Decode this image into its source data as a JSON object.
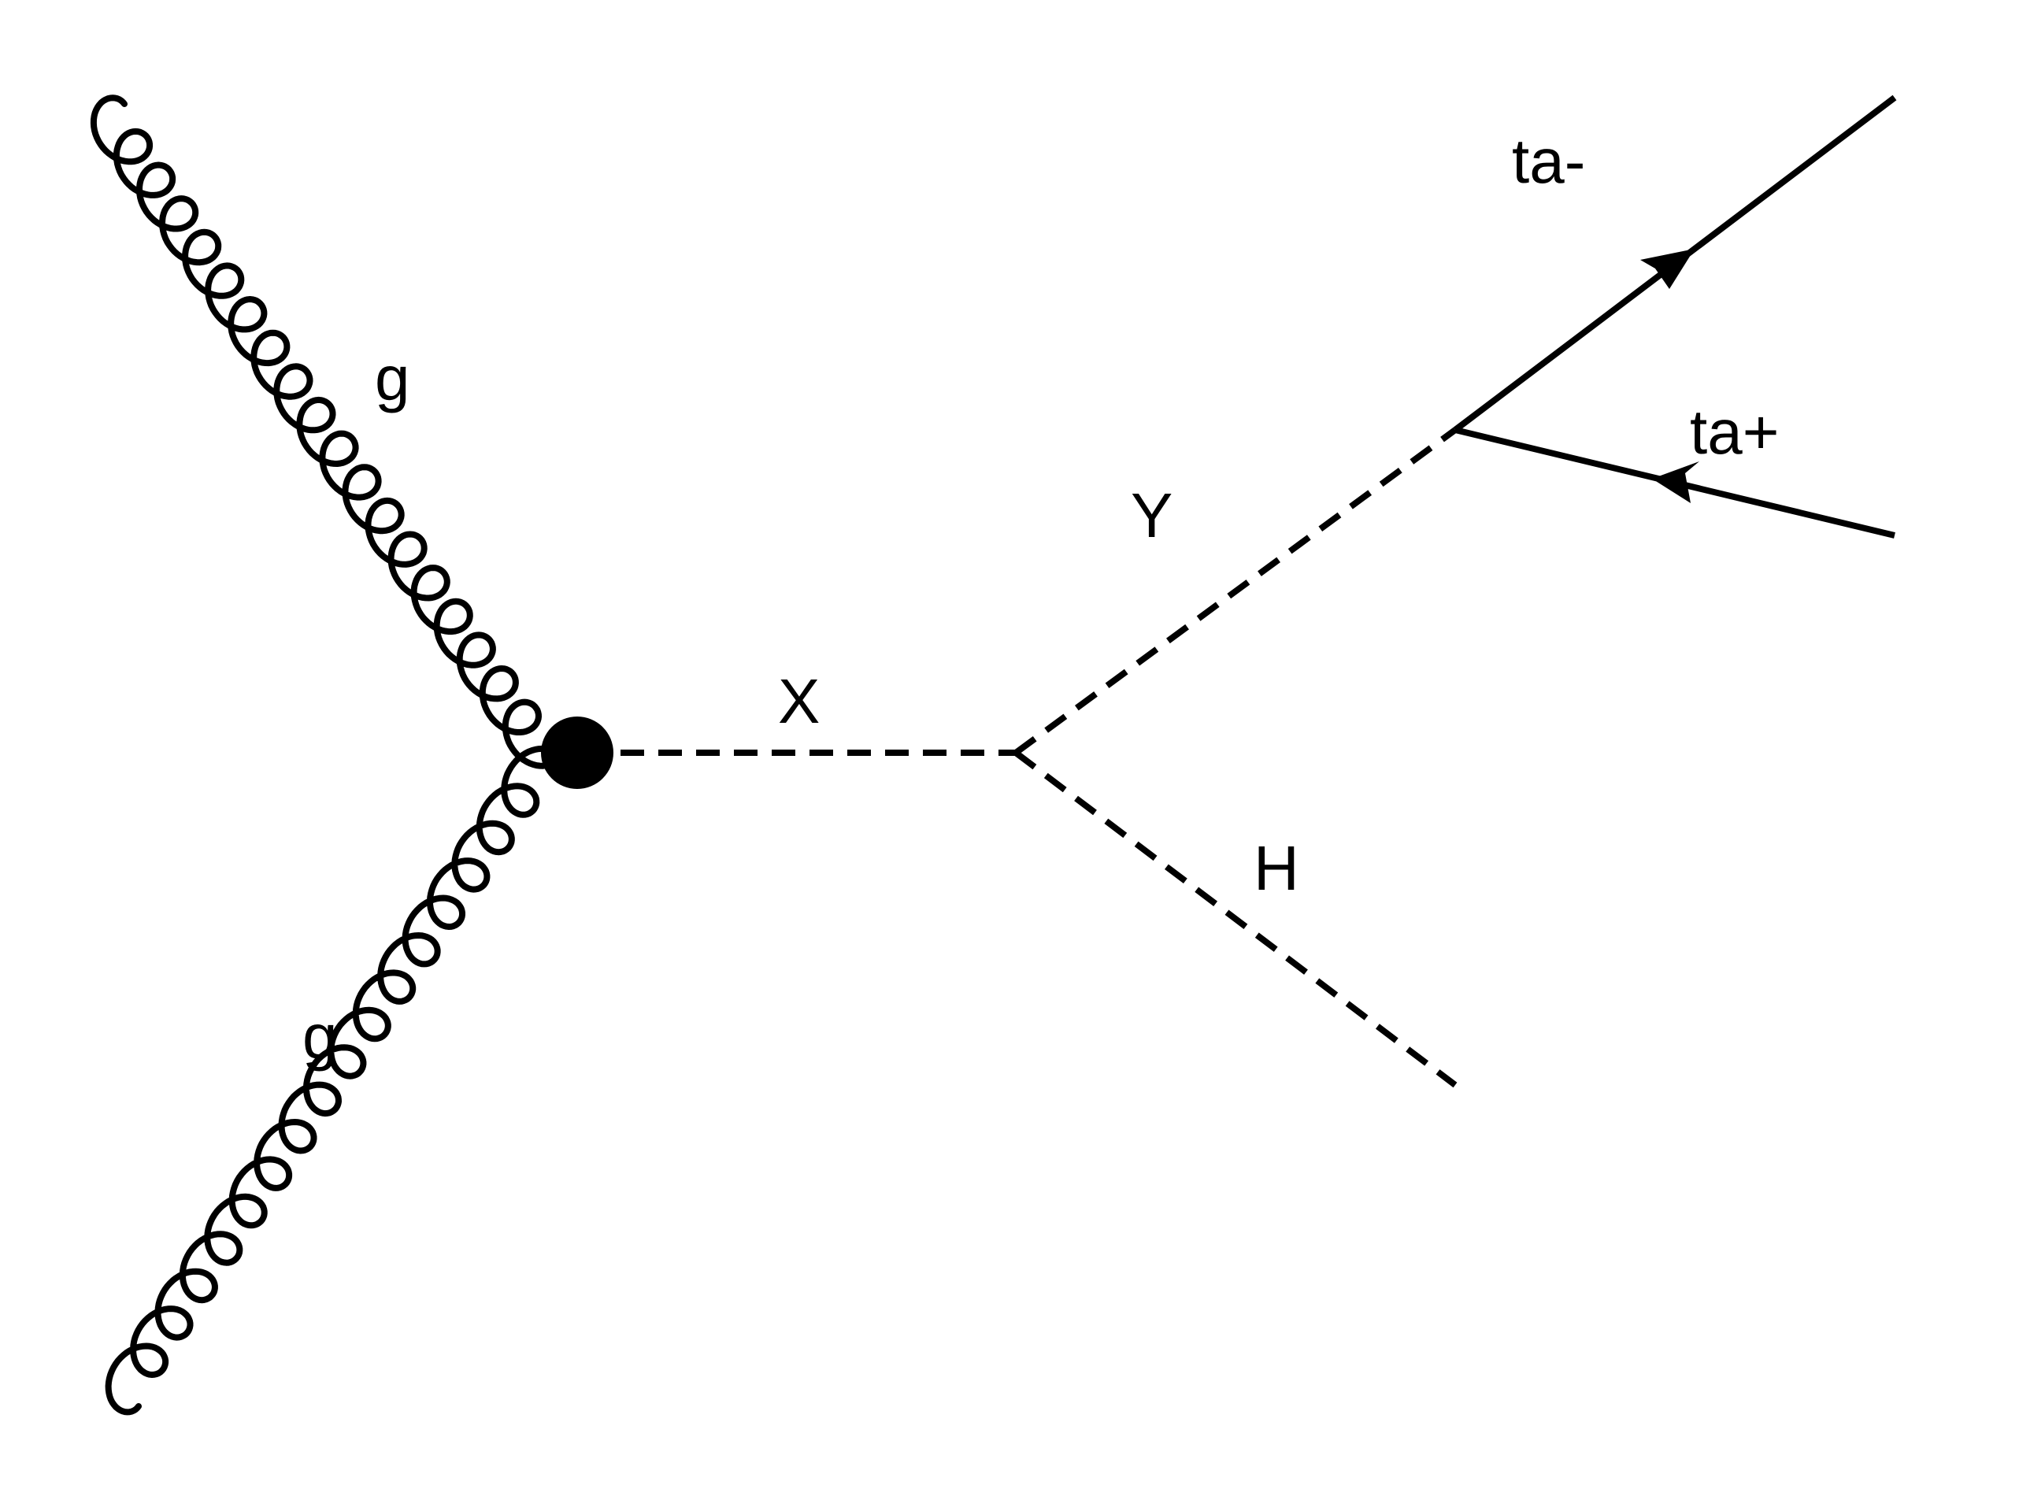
{
  "diagram": {
    "type": "feynman",
    "labels": {
      "gluon_top": "g",
      "gluon_bottom": "g",
      "x_boson": "X",
      "y_boson": "Y",
      "higgs": "H",
      "tau_minus": "ta-",
      "tau_plus": "ta+"
    },
    "line_color": "#000000",
    "background": "#ffffff"
  }
}
